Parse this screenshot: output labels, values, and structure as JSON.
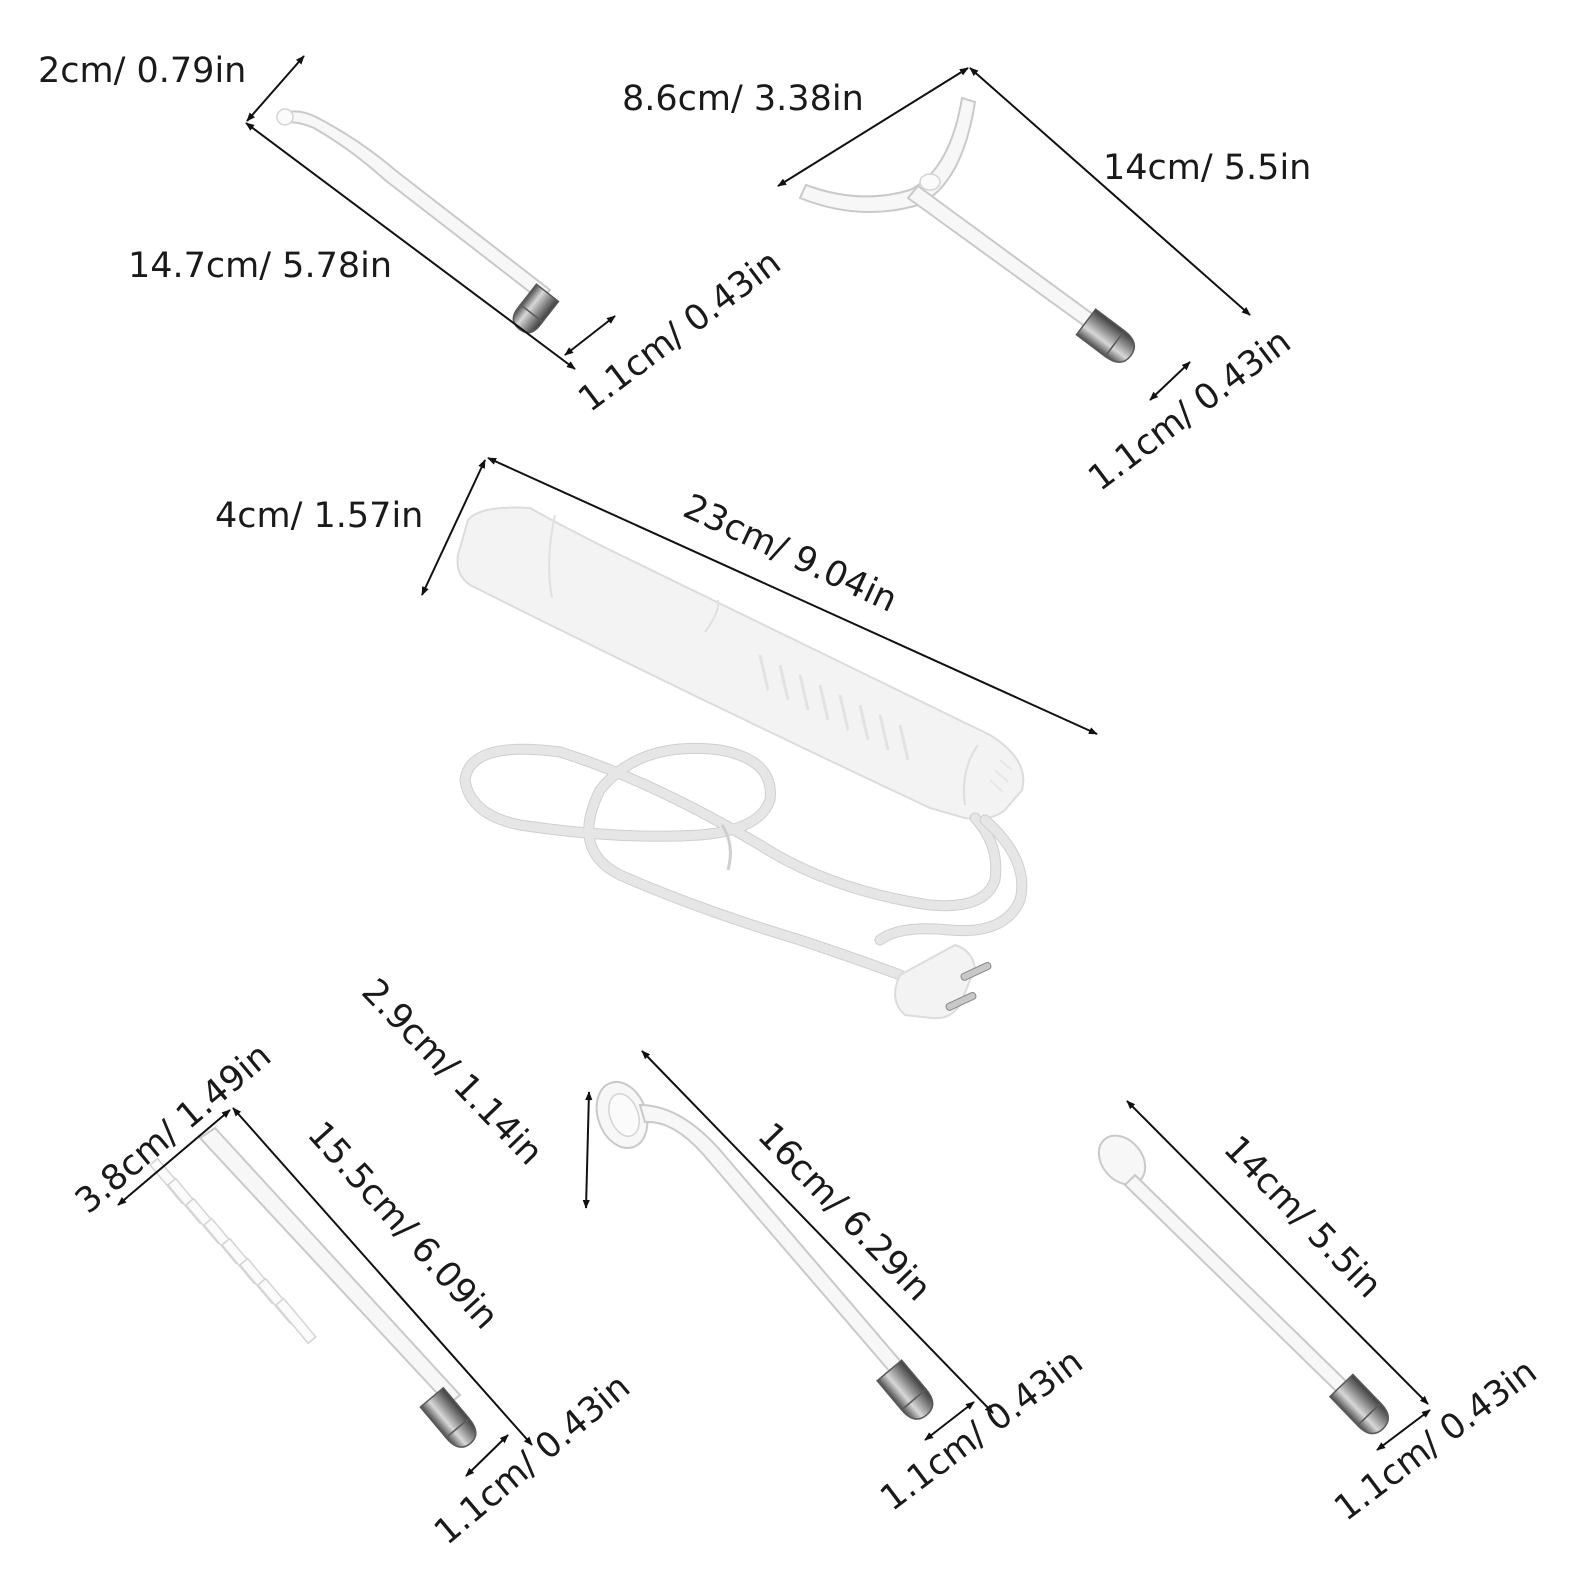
{
  "dimensions": {
    "wand1_tip": "2cm/ 0.79in",
    "wand1_length": "14.7cm/ 5.78in",
    "wand1_dia": "1.1cm/ 0.43in",
    "wand2_width": "8.6cm/ 3.38in",
    "wand2_length": "14cm/ 5.5in",
    "wand2_dia": "1.1cm/ 0.43in",
    "handle_dia": "4cm/ 1.57in",
    "handle_length": "23cm/ 9.04in",
    "comb_width": "3.8cm/ 1.49in",
    "comb_length": "15.5cm/ 6.09in",
    "comb_dia": "1.1cm/ 0.43in",
    "mushroom_tip": "2.9cm/ 1.14in",
    "mushroom_length": "16cm/ 6.29in",
    "mushroom_dia": "1.1cm/ 0.43in",
    "spoon_length": "14cm/ 5.5in",
    "spoon_dia": "1.1cm/ 0.43in"
  },
  "colors": {
    "background": "#ffffff",
    "text": "#1a1a1a",
    "arrow": "#111111",
    "metal_tip": "#8a8a8a"
  }
}
